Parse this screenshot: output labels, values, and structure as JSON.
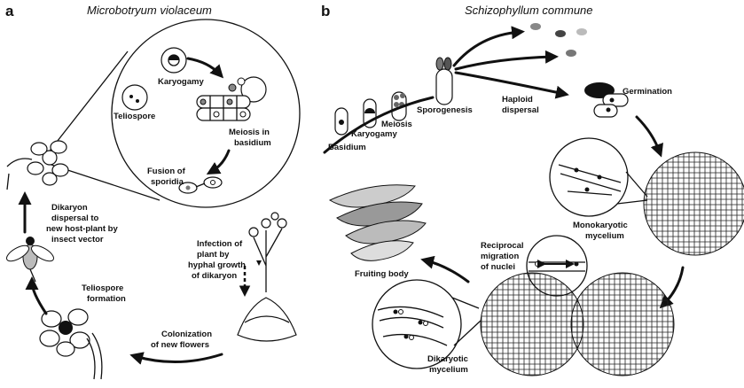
{
  "panels": {
    "a": {
      "letter": "a",
      "title": "Microbotryum violaceum",
      "labels": {
        "teliospore": "Teliospore",
        "karyogamy": "Karyogamy",
        "meiosis_1": "Meiosis in",
        "meiosis_2": "basidium",
        "fusion_1": "Fusion of",
        "fusion_2": "sporidia",
        "dikaryon_1": "Dikaryon",
        "dikaryon_2": "dispersal to",
        "dikaryon_3": "new host-plant by",
        "dikaryon_4": "insect vector",
        "tf_1": "Teliospore",
        "tf_2": "formation",
        "inf_1": "Infection of",
        "inf_2": "plant by",
        "inf_3": "hyphal growth",
        "inf_4": "of dikaryon",
        "col_1": "Colonization",
        "col_2": "of new flowers"
      }
    },
    "b": {
      "letter": "b",
      "title": "Schizophyllum commune",
      "labels": {
        "basidium": "Basidium",
        "karyogamy": "Karyogamy",
        "meiosis": "Meiosis",
        "sporogenesis": "Sporogenesis",
        "haploid": "Haploid",
        "dispersal": "dispersal",
        "germination": "Germination",
        "mono_1": "Monokaryotic",
        "mono_2": "mycelium",
        "rec_1": "Reciprocal",
        "rec_2": "migration",
        "rec_3": "of nuclei",
        "dik_1": "Dikaryotic",
        "dik_2": "mycelium",
        "fruiting": "Fruiting body"
      }
    }
  }
}
